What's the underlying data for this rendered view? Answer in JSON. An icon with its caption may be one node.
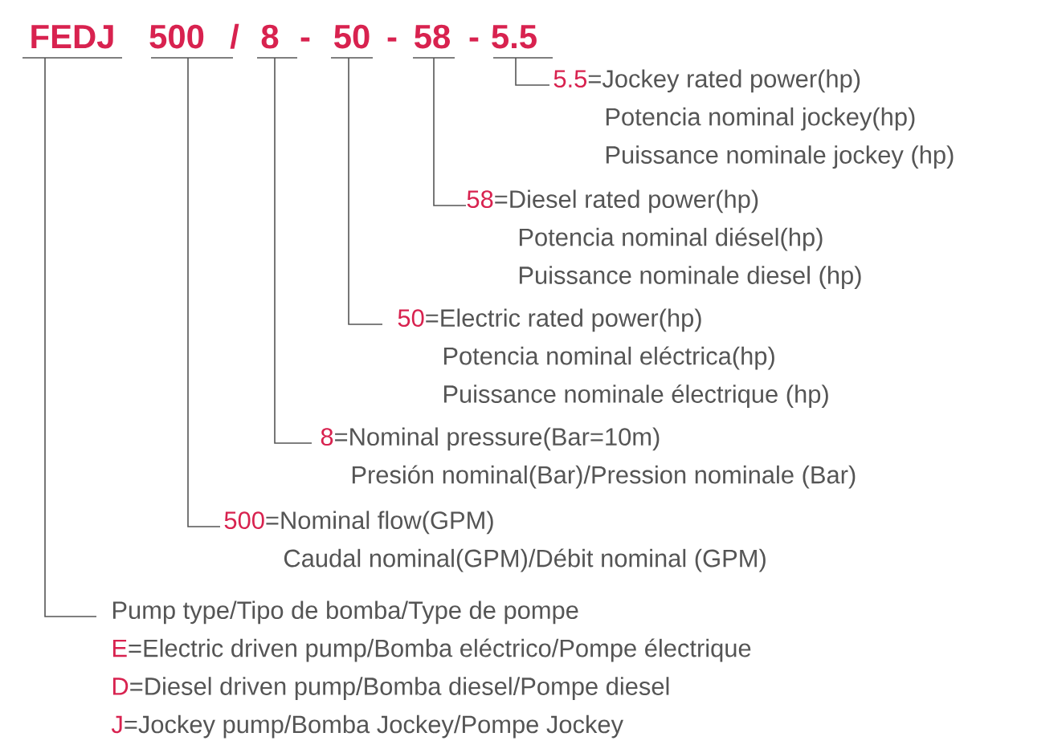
{
  "diagram": {
    "nodes": [
      {
        "text": [
          "FEDJ"
        ]
      },
      {
        "text": [
          "500"
        ]
      },
      {
        "text": [
          "8"
        ]
      },
      {
        "text": [
          "50"
        ]
      },
      {
        "text": [
          "58"
        ]
      },
      {
        "text": [
          "5.5"
        ]
      },
      {
        "text": [
          "5.5",
          "=Jockey rated power(hp)",
          "Potencia nominal jockey(hp)",
          "Puissance nominale jockey (hp)"
        ]
      },
      {
        "text": [
          "58",
          "=Diesel rated power(hp)",
          "Potencia nominal diésel(hp)",
          "Puissance nominale diesel (hp)"
        ]
      },
      {
        "text": [
          "50",
          "=Electric rated power(hp)",
          "Potencia nominal eléctrica(hp)",
          "Puissance nominale électrique (hp)"
        ]
      },
      {
        "text": [
          "8",
          "=Nominal pressure(Bar=10m)",
          "Presión nominal(Bar)/Pression nominale (Bar)"
        ]
      },
      {
        "text": [
          "500",
          "=Nominal flow(GPM)",
          "Caudal nominal(GPM)/Débit nominal (GPM)"
        ]
      },
      {
        "text": [
          "Pump type/Tipo de bomba/Type de pompe",
          "E",
          "=Electric driven pump/Bomba eléctrico/Pompe électrique",
          "D",
          "=Diesel driven pump/Bomba diesel/Pompe diesel",
          "J",
          "=Jockey pump/Bomba Jockey/Pompe Jockey"
        ]
      }
    ],
    "edges": [
      {
        "from": 5,
        "to": 6,
        "arrow": "none"
      },
      {
        "from": 4,
        "to": 7,
        "arrow": "none"
      },
      {
        "from": 3,
        "to": 8,
        "arrow": "none"
      },
      {
        "from": 2,
        "to": 9,
        "arrow": "none"
      },
      {
        "from": 1,
        "to": 10,
        "arrow": "none"
      },
      {
        "from": 0,
        "to": 11,
        "arrow": "none"
      }
    ],
    "labels": [
      "/",
      "-",
      "-",
      "-"
    ]
  }
}
